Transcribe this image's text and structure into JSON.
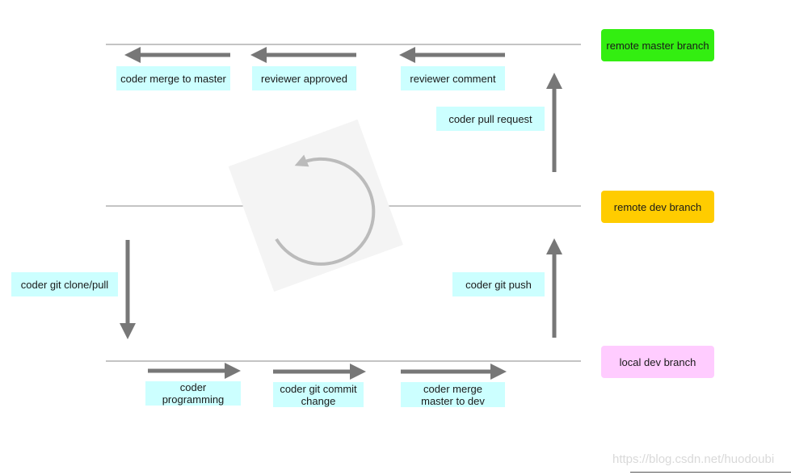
{
  "branches": {
    "remote_master": {
      "label": "remote master branch",
      "color": "#33ee11"
    },
    "remote_dev": {
      "label": "remote dev branch",
      "color": "#ffcc00"
    },
    "local_dev": {
      "label": "local dev branch",
      "color": "#ffccff"
    }
  },
  "steps": {
    "merge_to_master": "coder merge to master",
    "reviewer_approved": "reviewer approved",
    "reviewer_comment": "reviewer comment",
    "pull_request": "coder pull request",
    "git_clone_pull": "coder git clone/pull",
    "git_push": "coder git push",
    "programming": "coder programming",
    "git_commit": "coder git commit change",
    "merge_master_to_dev": "coder merge master to dev"
  },
  "colors": {
    "label_bg": "#ccffff",
    "arrow": "#777777",
    "branch_line": "#888888",
    "cycle_arrow": "#bbbbbb"
  },
  "watermark": "https://blog.csdn.net/huodoubi"
}
